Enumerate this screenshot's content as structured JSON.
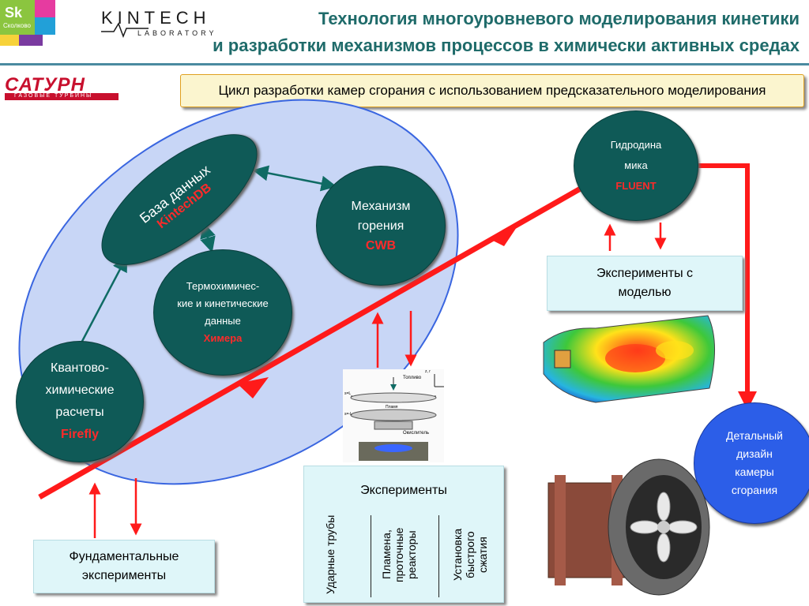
{
  "header": {
    "sk_logo": {
      "mark": "Sk",
      "caption": "Сколково"
    },
    "kintech_logo": {
      "name": "KINTECH",
      "sub": "LABORATORY"
    },
    "title_line1": "Технология многоуровневого моделирования кинетики",
    "title_line2": "и разработки механизмов процессов в химически активных средах"
  },
  "saturn_logo": {
    "name": "САТУРН",
    "sub": "ГАЗОВЫЕ ТУРБИНЫ"
  },
  "subtitle": "Цикл разработки камер сгорания с использованием предсказательного моделирования",
  "nodes": {
    "database": {
      "line1": "База данных",
      "line2": "KintechDB"
    },
    "mechanism": {
      "line1": "Механизм",
      "line2": "горения",
      "red": "CWB"
    },
    "thermo": {
      "line1": "Термохимичес-",
      "line2": "кие и кинетические",
      "line3": "данные",
      "red": "Химера"
    },
    "quantum": {
      "line1": "Квантово-",
      "line2": "химические",
      "line3": "расчеты",
      "red": "Firefly"
    },
    "hydro": {
      "line1": "Гидродина",
      "line2": "мика",
      "red": "FLUENT"
    },
    "design": {
      "line1": "Детальный",
      "line2": "дизайн",
      "line3": "камеры",
      "line4": "сгорания"
    }
  },
  "boxes": {
    "exp_model": {
      "line1": "Эксперименты с",
      "line2": "моделью"
    },
    "fundamental": {
      "line1": "Фундаментальные",
      "line2": "эксперименты"
    },
    "experiments": {
      "title": "Эксперименты",
      "columns": [
        "Ударные трубы",
        "Пламена, проточные реакторы",
        "Установка быстрого сжатия"
      ]
    }
  },
  "photo_labels": {
    "fuel": "Топливо",
    "oxidizer": "Окислитель",
    "flame": "Пламя",
    "s1": "s=L",
    "s2": "s=-L",
    "axes": "z, r"
  },
  "colors": {
    "title": "#1f6b6a",
    "node": "#0f5a57",
    "ellipse": "#c8d6f6",
    "arrow_red": "#ff1a1a",
    "design_node": "#2c5ee8"
  }
}
